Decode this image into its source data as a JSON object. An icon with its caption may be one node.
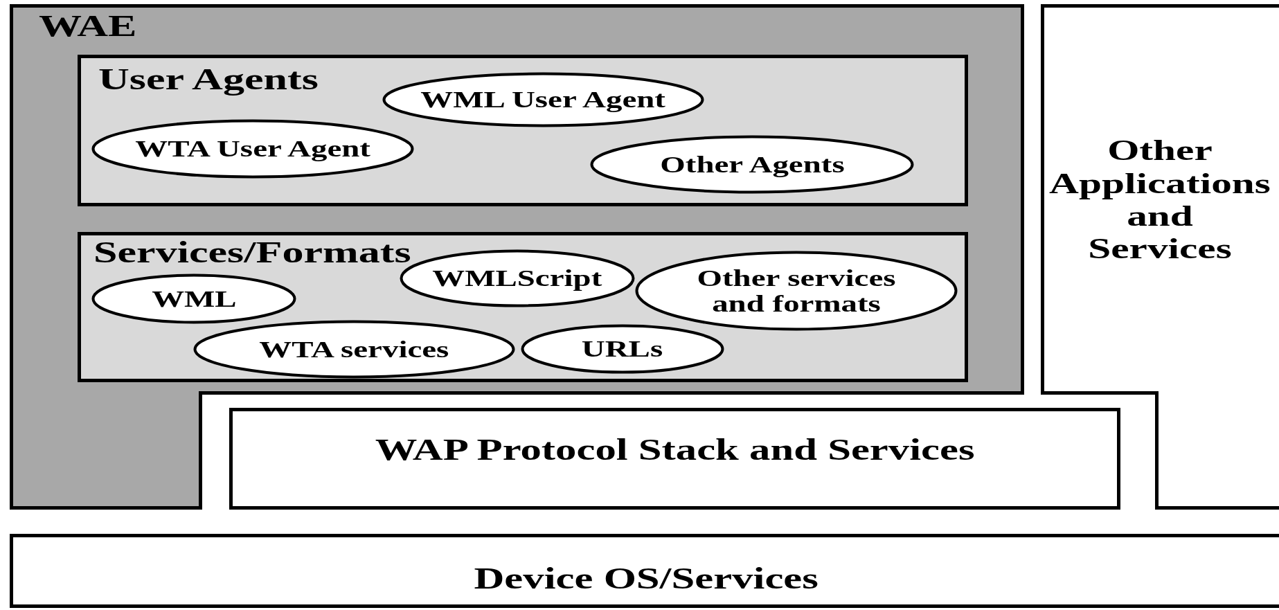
{
  "diagram": {
    "nodes": [
      {
        "text": [
          "WAE"
        ]
      },
      {
        "text": [
          "User Agents"
        ],
        "in": 0
      },
      {
        "text": [
          "WML User Agent"
        ],
        "in": 1
      },
      {
        "text": [
          "WTA User Agent"
        ],
        "in": 1
      },
      {
        "text": [
          "Other Agents"
        ],
        "in": 1
      },
      {
        "text": [
          "Services/Formats"
        ],
        "in": 0
      },
      {
        "text": [
          "WMLScript"
        ],
        "in": 5
      },
      {
        "text": [
          "Other services and formats"
        ],
        "in": 5
      },
      {
        "text": [
          "WML"
        ],
        "in": 5
      },
      {
        "text": [
          "WTA services"
        ],
        "in": 5
      },
      {
        "text": [
          "URLs"
        ],
        "in": 5
      },
      {
        "text": [
          "Other Applications and Services"
        ]
      },
      {
        "text": [
          "WAP Protocol Stack and Services"
        ]
      },
      {
        "text": [
          "Device OS/Services"
        ]
      }
    ]
  }
}
